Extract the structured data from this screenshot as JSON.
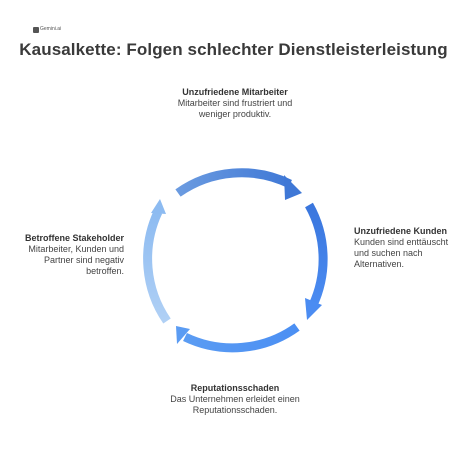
{
  "logo": {
    "text": "Gemini.ai"
  },
  "title": "Kausalkette: Folgen schlechter Dienstleisterleistung",
  "steps": [
    {
      "heading": "Unzufriedene Mitarbeiter",
      "description": "Mitarbeiter sind frustriert und weniger produktiv.",
      "color": "#4f86d6"
    },
    {
      "heading": "Unzufriedene Kunden",
      "description": "Kunden sind enttäuscht und suchen nach Alternativen.",
      "color": "#3f7be0"
    },
    {
      "heading": "Reputationsschaden",
      "description": "Das Unternehmen erleidet einen Reputationsschaden.",
      "color": "#4a8ff0"
    },
    {
      "heading": "Betroffene Stakeholder",
      "description": "Mitarbeiter, Kunden und Partner sind negativ betroffen.",
      "color": "#9cc4f3"
    }
  ]
}
